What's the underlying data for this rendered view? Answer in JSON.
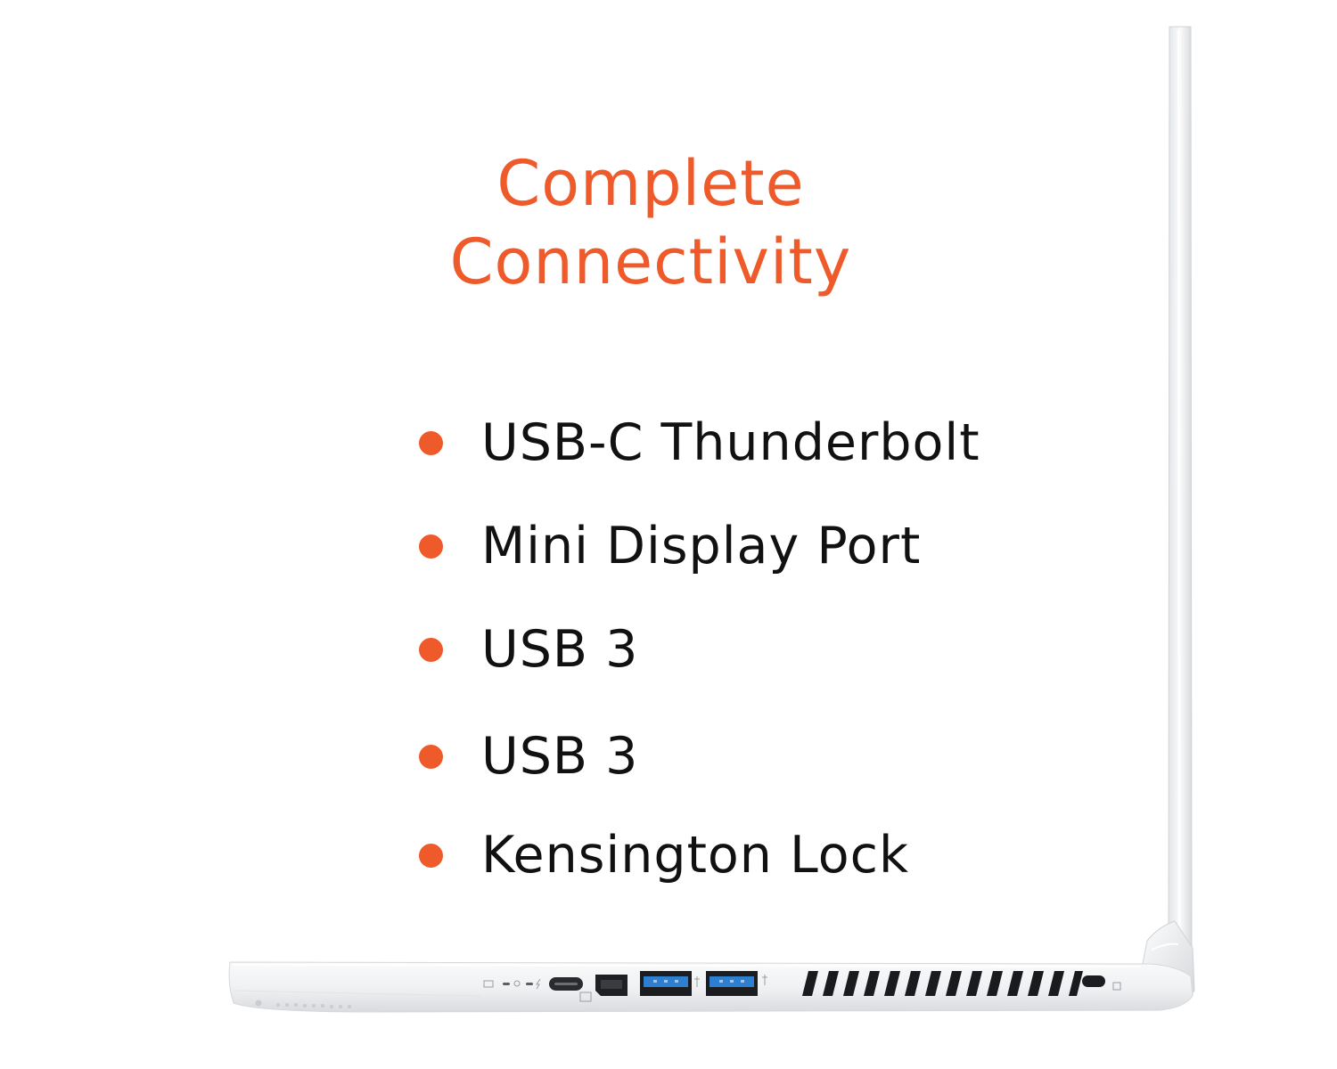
{
  "headline": {
    "line1": "Complete",
    "line2": "Connectivity"
  },
  "features": [
    {
      "label": "USB-C Thunderbolt"
    },
    {
      "label": "Mini Display Port"
    },
    {
      "label": "USB 3"
    },
    {
      "label": "USB 3"
    },
    {
      "label": "Kensington Lock"
    }
  ],
  "colors": {
    "accent": "#ef5a2a",
    "text": "#111111",
    "usb_port": "#2f7fd1",
    "laptop_body": "#f4f5f6"
  },
  "laptop": {
    "ports": [
      "battery-led-icon",
      "power-led-icon",
      "thunderbolt-icon",
      "usb-c-port",
      "mini-display-port",
      "usb-a-port",
      "usb-a-port",
      "vent",
      "kensington-lock-slot"
    ]
  }
}
